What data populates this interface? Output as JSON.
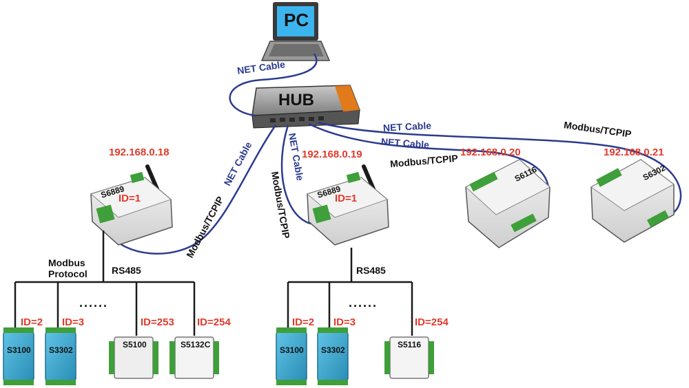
{
  "pc": {
    "label": "PC"
  },
  "hub": {
    "label": "HUB"
  },
  "cables": {
    "pc_hub": "NET Cable",
    "hub_left": "NET Cable",
    "hub_mid": "NET Cable",
    "hub_s6116": "NET Cable",
    "hub_s6302": "NET Cable"
  },
  "protocols": {
    "left": "Modbus/TCPIP",
    "mid": "Modbus/TCPIP",
    "s6116": "Modbus/TCPIP",
    "s6302": "Modbus/TCPIP"
  },
  "gateways": [
    {
      "model": "S6889",
      "ip": "192.168.0.18",
      "id": "ID=1"
    },
    {
      "model": "S6889",
      "ip": "192.168.0.19",
      "id": "ID=1"
    },
    {
      "model": "S6116",
      "ip": "192.168.0.20"
    },
    {
      "model": "S6302",
      "ip": "192.168.0.21"
    }
  ],
  "bus_left": {
    "protocol_line1": "Modbus",
    "protocol_line2": "Protocol",
    "bus": "RS485",
    "dots": "......",
    "devices": [
      {
        "model": "S3100",
        "id": "ID=2"
      },
      {
        "model": "S3302",
        "id": "ID=3"
      },
      {
        "model": "S5100",
        "id": "ID=253"
      },
      {
        "model": "S5132C",
        "id": "ID=254"
      }
    ]
  },
  "bus_right": {
    "bus": "RS485",
    "dots": "......",
    "devices": [
      {
        "model": "S3100",
        "id": "ID=2"
      },
      {
        "model": "S3302",
        "id": "ID=3"
      },
      {
        "model": "S5116",
        "id": "ID=254"
      }
    ]
  },
  "colors": {
    "cable": "#2b3a8f",
    "ip_text": "#e03a2b",
    "module_blue": "#3aa6cf",
    "module_green": "#3f9f3a"
  }
}
